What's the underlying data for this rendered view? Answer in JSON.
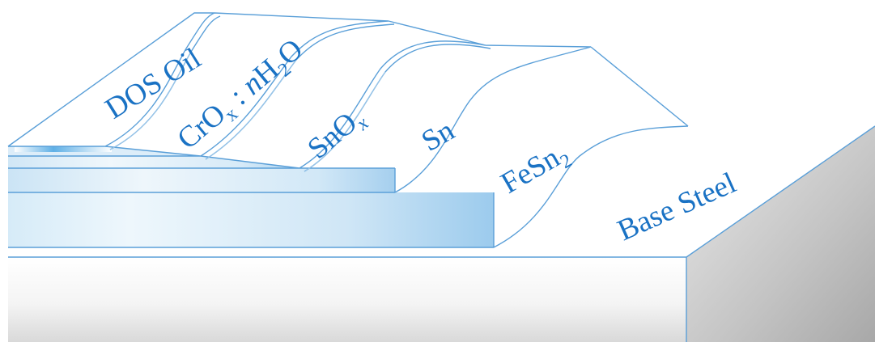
{
  "diagram": {
    "layers": [
      {
        "id": "dos-oil",
        "label": "DOS Oil"
      },
      {
        "id": "chromium-oxide",
        "label_main": "CrO",
        "label_sub": "x",
        "label_sep": " : ",
        "label_coef": "n",
        "label_h": "H",
        "label_h_sub": "2",
        "label_tail": "O"
      },
      {
        "id": "tin-oxide",
        "label_main": "SnO",
        "label_sub": "x"
      },
      {
        "id": "tin",
        "label": "Sn"
      },
      {
        "id": "iron-tin",
        "label_main": "FeSn",
        "label_sub": "2"
      },
      {
        "id": "base-steel",
        "label": "Base Steel"
      }
    ],
    "colors": {
      "label": "#1a72c4",
      "edge": "#5a9fd8",
      "coating": "#a8d2ef",
      "steel_side": "#b8b8b8"
    }
  }
}
